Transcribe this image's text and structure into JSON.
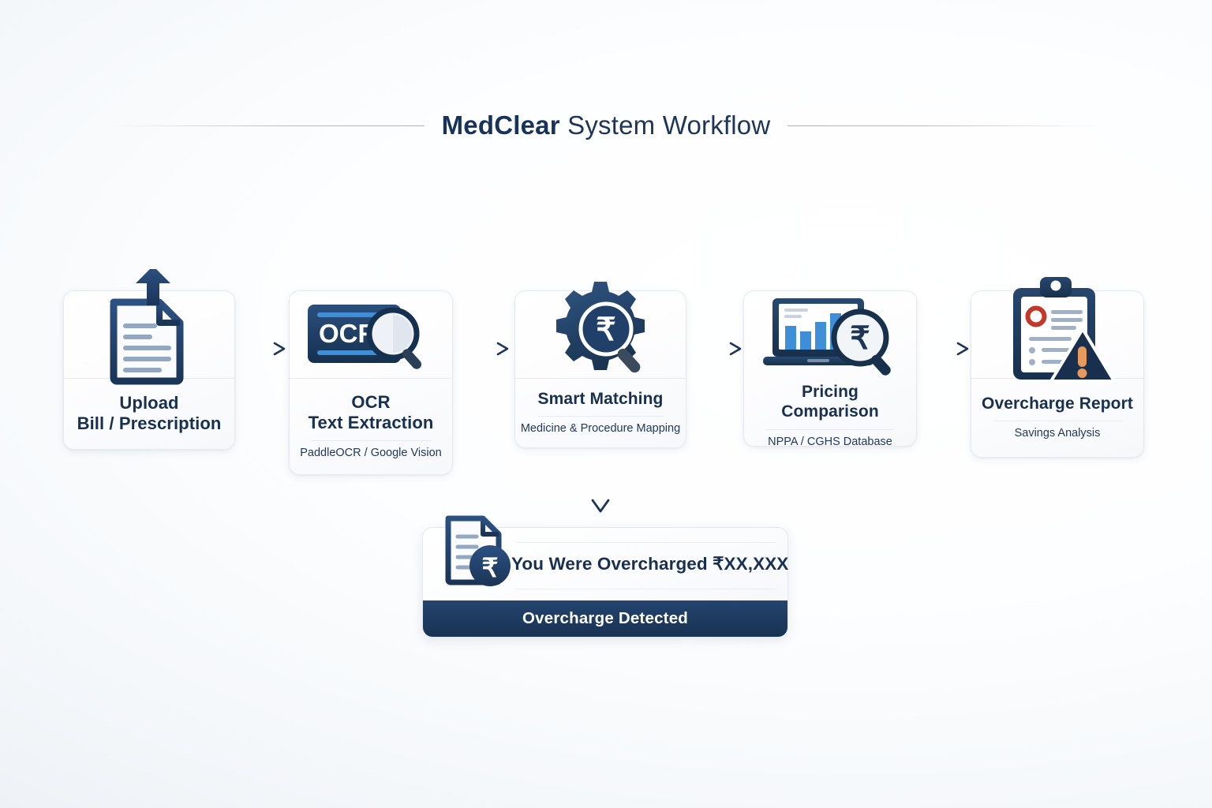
{
  "title": {
    "prefix": "MedClear",
    "rest": " System Workflow"
  },
  "colors": {
    "navy": "#1d3557",
    "deep_navy": "#16335c",
    "accent_blue": "#3f8fd8",
    "footer_navy": "#1e3a5f",
    "alert_orange": "#e79a5e",
    "alert_red": "#c0392b"
  },
  "steps": [
    {
      "id": "upload",
      "icon": "document-upload-icon",
      "label_line1": "Upload",
      "label_line2": "Bill / Prescription",
      "sub": ""
    },
    {
      "id": "ocr",
      "icon": "ocr-scan-icon",
      "label_line1": "OCR",
      "label_line2": "Text Extraction",
      "sub": "PaddleOCR / Google Vision"
    },
    {
      "id": "matching",
      "icon": "gear-rupee-magnifier-icon",
      "label_line1": "Smart Matching",
      "label_line2": "",
      "sub": "Medicine & Procedure Mapping"
    },
    {
      "id": "pricing",
      "icon": "laptop-chart-rupee-magnifier-icon",
      "label_line1": "Pricing Comparison",
      "label_line2": "",
      "sub": "NPPA / CGHS Database"
    },
    {
      "id": "report",
      "icon": "clipboard-warning-icon",
      "label_line1": "Overcharge Report",
      "label_line2": "",
      "sub": "Savings Analysis"
    }
  ],
  "connectors": {
    "horizontal_count": 4,
    "vertical_from": "matching",
    "vertical_to": "result"
  },
  "result": {
    "icon": "document-rupee-icon",
    "headline": "You Were Overcharged ₹XX,XXX",
    "footer": "Overcharge Detected"
  }
}
